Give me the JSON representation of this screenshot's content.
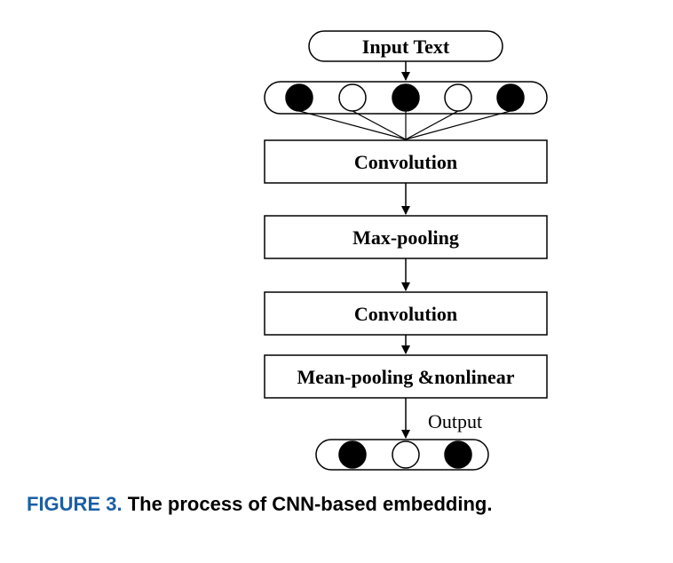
{
  "figure": {
    "caption_label": "FIGURE 3.",
    "caption_text": "The process of CNN-based embedding.",
    "caption_label_color": "#1a5fa6"
  },
  "diagram": {
    "input_label": "Input Text",
    "boxes": [
      "Convolution",
      "Max-pooling",
      "Convolution",
      "Mean-pooling &nonlinear"
    ],
    "output_label": "Output",
    "input_nodes": [
      "filled",
      "empty",
      "filled",
      "empty",
      "filled"
    ],
    "output_nodes": [
      "filled",
      "empty",
      "filled"
    ]
  }
}
